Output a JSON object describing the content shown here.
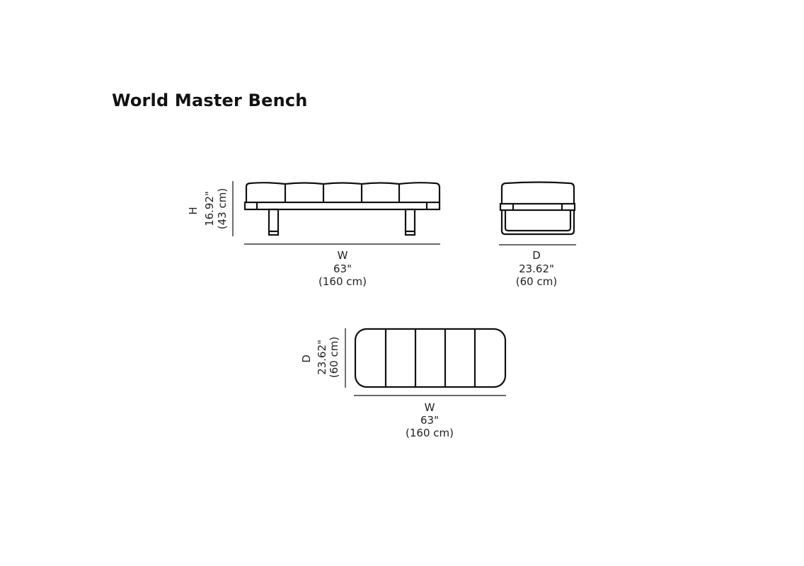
{
  "title": "World Master Bench",
  "front_view": {
    "height_label": "H",
    "height_in": "16.92\"",
    "height_cm": "(43 cm)",
    "width_label": "W",
    "width_in": "63\"",
    "width_cm": "(160 cm)"
  },
  "side_view": {
    "depth_label": "D",
    "depth_in": "23.62\"",
    "depth_cm": "(60 cm)"
  },
  "top_view": {
    "depth_label": "D",
    "depth_in": "23.62\"",
    "depth_cm": "(60 cm)",
    "width_label": "W",
    "width_in": "63\"",
    "width_cm": "(160 cm)"
  }
}
